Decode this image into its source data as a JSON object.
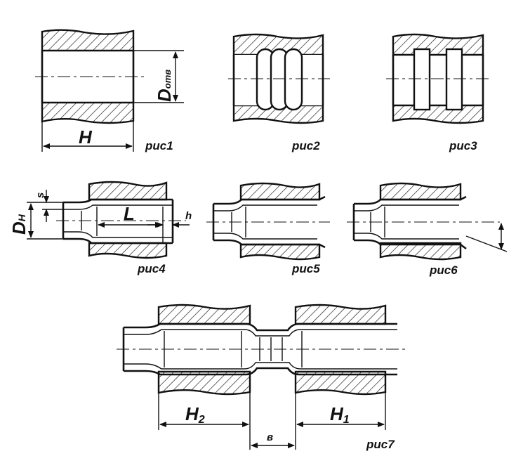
{
  "figures": {
    "fig1": {
      "caption": "рис1",
      "dim_height": "H",
      "dim_diameter": "D",
      "dim_diameter_sub": "отв"
    },
    "fig2": {
      "caption": "рис2"
    },
    "fig3": {
      "caption": "рис3"
    },
    "fig4": {
      "caption": "рис4",
      "dim_s": "s",
      "dim_d": "D",
      "dim_d_sub": "H",
      "dim_l": "L",
      "dim_h": "h"
    },
    "fig5": {
      "caption": "рис5"
    },
    "fig6": {
      "caption": "рис6"
    },
    "fig7": {
      "caption": "рис7",
      "dim_h2": "H",
      "dim_h2_sub": "2",
      "dim_b": "в",
      "dim_h1": "H",
      "dim_h1_sub": "1"
    }
  },
  "colors": {
    "line": "#111111",
    "background": "#ffffff"
  }
}
